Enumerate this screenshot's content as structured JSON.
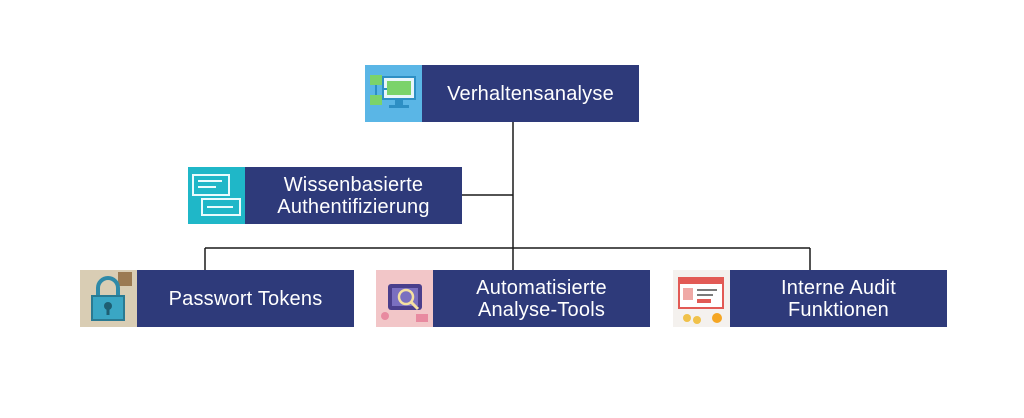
{
  "diagram": {
    "root": {
      "label": "Verhaltensanalyse",
      "icon": "monitor-network-icon"
    },
    "side": {
      "line1": "Wissenbasierte",
      "line2": "Authentifizierung",
      "icon": "chat-bubbles-icon"
    },
    "children": [
      {
        "line1": "Passwort Tokens",
        "line2": "",
        "icon": "padlock-icon"
      },
      {
        "line1": "Automatisierte",
        "line2": "Analyse-Tools",
        "icon": "magnifier-device-icon"
      },
      {
        "line1": "Interne Audit",
        "line2": "Funktionen",
        "icon": "audit-dashboard-icon"
      }
    ],
    "colors": {
      "box": "#2e3a7a",
      "line": "#1a1a1a"
    }
  }
}
